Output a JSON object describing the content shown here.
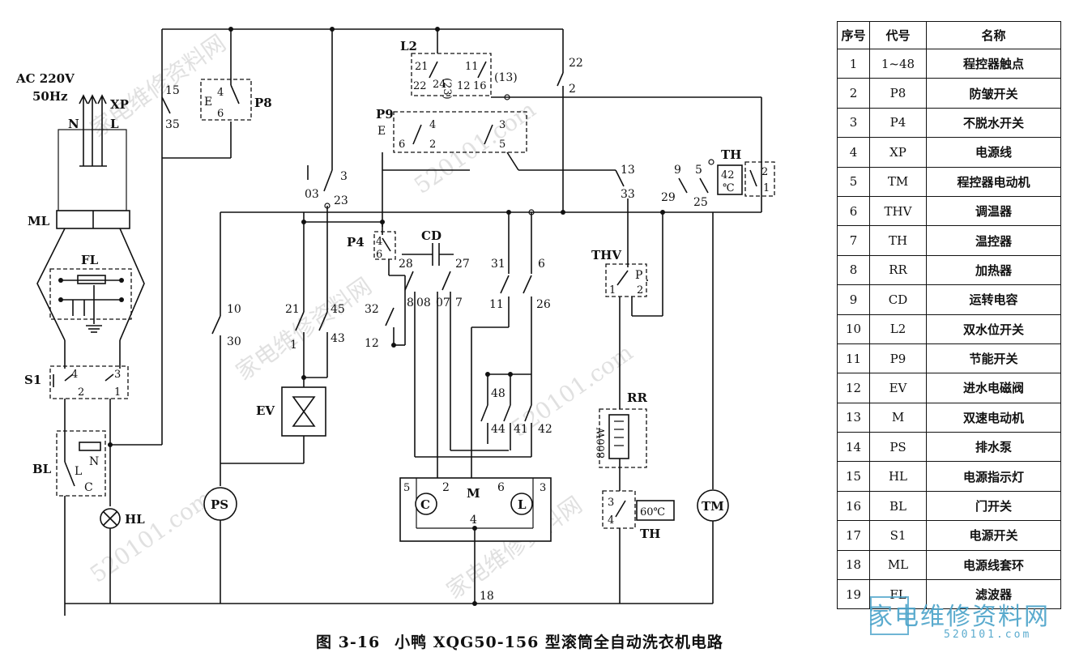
{
  "diagram": {
    "power_label": "AC 220V",
    "freq_label": "50Hz",
    "n_label": "N",
    "l_label": "L",
    "xp_label": "XP",
    "ml_label": "ML",
    "fl_label": "FL",
    "s1_label": "S1",
    "bl_label": "BL",
    "hl_label": "HL",
    "p8_label": "P8",
    "ev_label": "EV",
    "ps_label": "PS",
    "l2_label": "L2",
    "p9_label": "P9",
    "p4_label": "P4",
    "cd_label": "CD",
    "m_label": "M",
    "c_label": "C",
    "mtr_l_label": "L",
    "thv_label": "THV",
    "th_label": "TH",
    "th_temp1": "42",
    "th_temp_unit": "℃",
    "th_temp2": "60℃",
    "rr_label": "RR",
    "rr_power": "800W",
    "tm_label": "TM",
    "code_13": "(13)",
    "node_18": "18"
  },
  "caption": {
    "fig": "图 3-16",
    "title": "小鸭 XQG50-156 型滚筒全自动洗衣机电路"
  },
  "legend": {
    "headers": [
      "序号",
      "代号",
      "名称"
    ],
    "rows": [
      [
        "1",
        "1~48",
        "程控器触点"
      ],
      [
        "2",
        "P8",
        "防皱开关"
      ],
      [
        "3",
        "P4",
        "不脱水开关"
      ],
      [
        "4",
        "XP",
        "电源线"
      ],
      [
        "5",
        "TM",
        "程控器电动机"
      ],
      [
        "6",
        "THV",
        "调温器"
      ],
      [
        "7",
        "TH",
        "温控器"
      ],
      [
        "8",
        "RR",
        "加热器"
      ],
      [
        "9",
        "CD",
        "运转电容"
      ],
      [
        "10",
        "L2",
        "双水位开关"
      ],
      [
        "11",
        "P9",
        "节能开关"
      ],
      [
        "12",
        "EV",
        "进水电磁阀"
      ],
      [
        "13",
        "M",
        "双速电动机"
      ],
      [
        "14",
        "PS",
        "排水泵"
      ],
      [
        "15",
        "HL",
        "电源指示灯"
      ],
      [
        "16",
        "BL",
        "门开关"
      ],
      [
        "17",
        "S1",
        "电源开关"
      ],
      [
        "18",
        "ML",
        "电源线套环"
      ],
      [
        "19",
        "FL",
        "滤波器"
      ]
    ]
  },
  "watermark": {
    "logo": "家电维修资料网",
    "url": "520101.com"
  }
}
